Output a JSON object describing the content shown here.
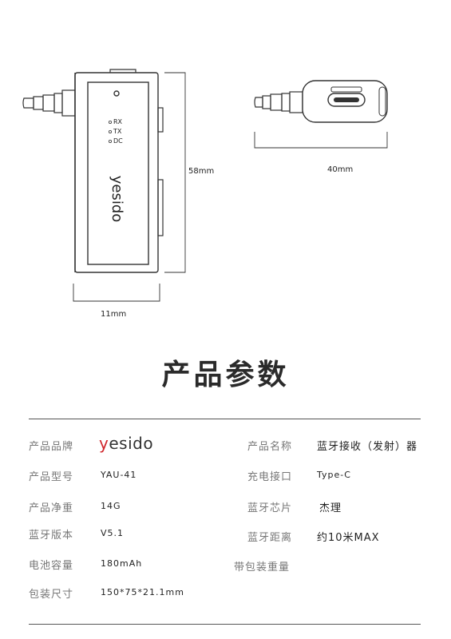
{
  "device": {
    "indicators": [
      "RX",
      "TX",
      "DC"
    ],
    "brand": "yesido"
  },
  "dimensions": {
    "height": "58mm",
    "width": "11mm",
    "side_length": "40mm"
  },
  "section_title": "产品参数",
  "specs_left": [
    {
      "label": "产品品牌",
      "value": "yesido",
      "is_logo": true
    },
    {
      "label": "产品型号",
      "value": "YAU-41"
    },
    {
      "label": "产品净重",
      "value": "14G"
    },
    {
      "label": "蓝牙版本",
      "value": "V5.1"
    },
    {
      "label": "电池容量",
      "value": "180mAh"
    },
    {
      "label": "包装尺寸",
      "value": "150*75*21.1mm"
    }
  ],
  "specs_right": [
    {
      "label": "产品名称",
      "value": "蓝牙接收（发射）器"
    },
    {
      "label": "充电接口",
      "value": "Type-C"
    },
    {
      "label": "蓝牙芯片",
      "value": "杰理"
    },
    {
      "label": "蓝牙距离",
      "value": "约10米MAX"
    },
    {
      "label": "带包装重量",
      "value": ""
    }
  ],
  "colors": {
    "brand_red": "#d0262b",
    "line": "#555555"
  }
}
